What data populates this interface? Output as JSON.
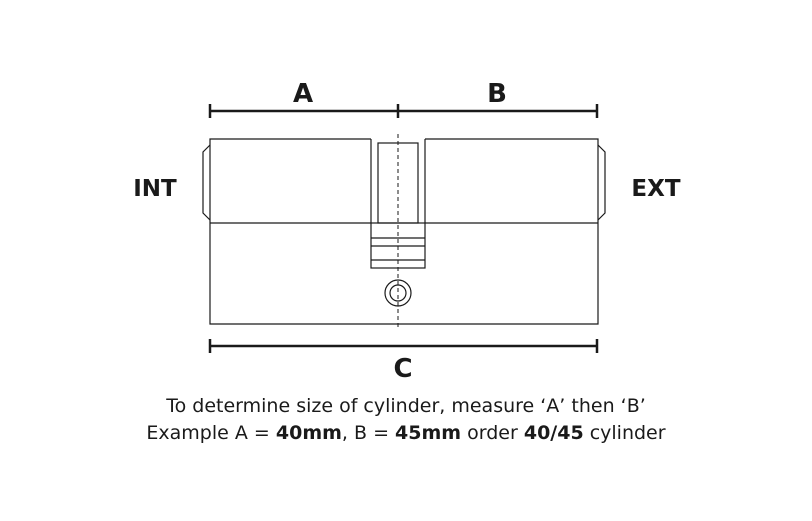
{
  "labels": {
    "a": "A",
    "b": "B",
    "c": "C",
    "int": "INT",
    "ext": "EXT"
  },
  "caption": {
    "line1": "To determine size of cylinder, measure ‘A’ then ‘B’",
    "line2": {
      "prefix": "Example A = ",
      "a_value": "40mm",
      "mid1": ", B = ",
      "b_value": "45mm",
      "mid2": " order ",
      "order_value": "40/45",
      "suffix": " cylinder"
    }
  },
  "colors": {
    "stroke": "#1a1a1a",
    "background": "#ffffff"
  }
}
